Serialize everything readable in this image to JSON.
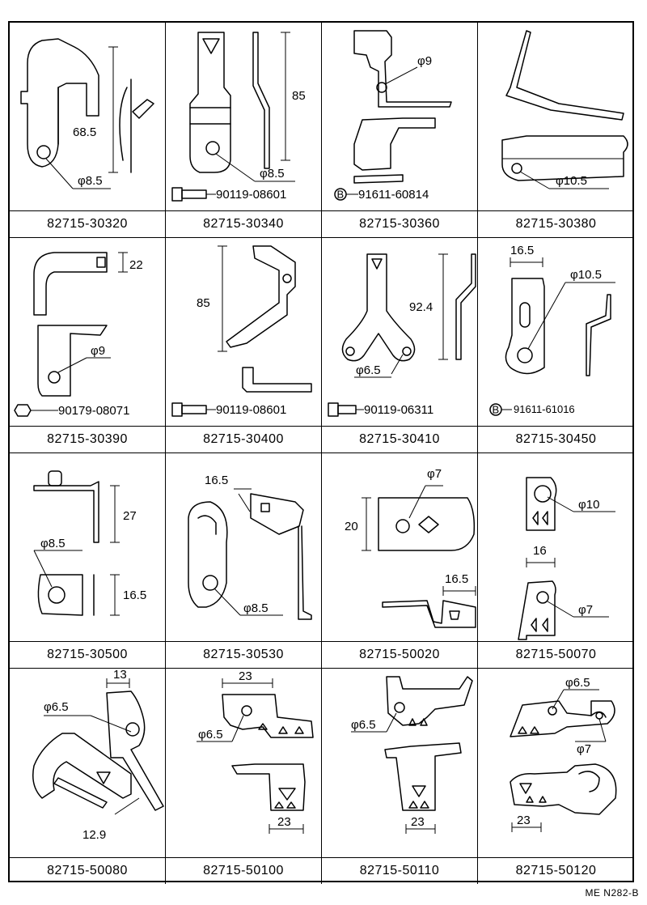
{
  "footer_code": "ME  N282-B",
  "cells": [
    {
      "part_no": "82715-30320",
      "labels": [
        "68.5",
        "φ8.5"
      ]
    },
    {
      "part_no": "82715-30340",
      "labels": [
        "85",
        "φ8.5",
        "90119-08601"
      ]
    },
    {
      "part_no": "82715-30360",
      "labels": [
        "φ9",
        "B",
        "91611-60814"
      ]
    },
    {
      "part_no": "82715-30380",
      "labels": [
        "φ10.5"
      ]
    },
    {
      "part_no": "82715-30390",
      "labels": [
        "22",
        "φ9",
        "90179-08071"
      ]
    },
    {
      "part_no": "82715-30400",
      "labels": [
        "85",
        "90119-08601"
      ]
    },
    {
      "part_no": "82715-30410",
      "labels": [
        "92.4",
        "φ6.5",
        "90119-06311"
      ]
    },
    {
      "part_no": "82715-30450",
      "labels": [
        "16.5",
        "φ10.5",
        "B",
        "91611-61016"
      ]
    },
    {
      "part_no": "82715-30500",
      "labels": [
        "27",
        "φ8.5",
        "16.5"
      ]
    },
    {
      "part_no": "82715-30530",
      "labels": [
        "16.5",
        "φ8.5"
      ]
    },
    {
      "part_no": "82715-50020",
      "labels": [
        "φ7",
        "20",
        "16.5"
      ]
    },
    {
      "part_no": "82715-50070",
      "labels": [
        "φ10",
        "16",
        "φ7"
      ]
    },
    {
      "part_no": "82715-50080",
      "labels": [
        "13",
        "φ6.5",
        "12.9"
      ]
    },
    {
      "part_no": "82715-50100",
      "labels": [
        "23",
        "φ6.5",
        "23"
      ]
    },
    {
      "part_no": "82715-50110",
      "labels": [
        "φ6.5",
        "23"
      ]
    },
    {
      "part_no": "82715-50120",
      "labels": [
        "φ6.5",
        "φ7",
        "23"
      ]
    }
  ]
}
